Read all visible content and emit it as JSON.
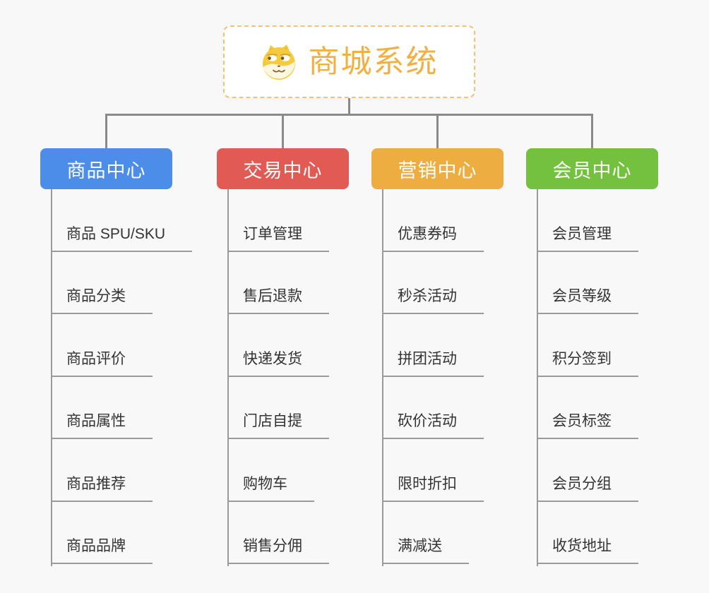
{
  "root": {
    "title": "商城系统",
    "icon": "doge-face-icon"
  },
  "branches": [
    {
      "label": "商品中心",
      "color": "#4D8DEA",
      "items": [
        "商品 SPU/SKU",
        "商品分类",
        "商品评价",
        "商品属性",
        "商品推荐",
        "商品品牌"
      ]
    },
    {
      "label": "交易中心",
      "color": "#E25A54",
      "items": [
        "订单管理",
        "售后退款",
        "快递发货",
        "门店自提",
        "购物车",
        "销售分佣"
      ]
    },
    {
      "label": "营销中心",
      "color": "#EDAD40",
      "items": [
        "优惠券码",
        "秒杀活动",
        "拼团活动",
        "砍价活动",
        "限时折扣",
        "满减送"
      ]
    },
    {
      "label": "会员中心",
      "color": "#73C13F",
      "items": [
        "会员管理",
        "会员等级",
        "积分签到",
        "会员标签",
        "会员分组",
        "收货地址"
      ]
    }
  ],
  "colors": {
    "background": "#F8F8F8",
    "root_border": "#F3C272",
    "root_text": "#F2AF43",
    "connector": "#8A8A8A",
    "trunk": "#9A9A9A",
    "leaf_text": "#333333"
  }
}
